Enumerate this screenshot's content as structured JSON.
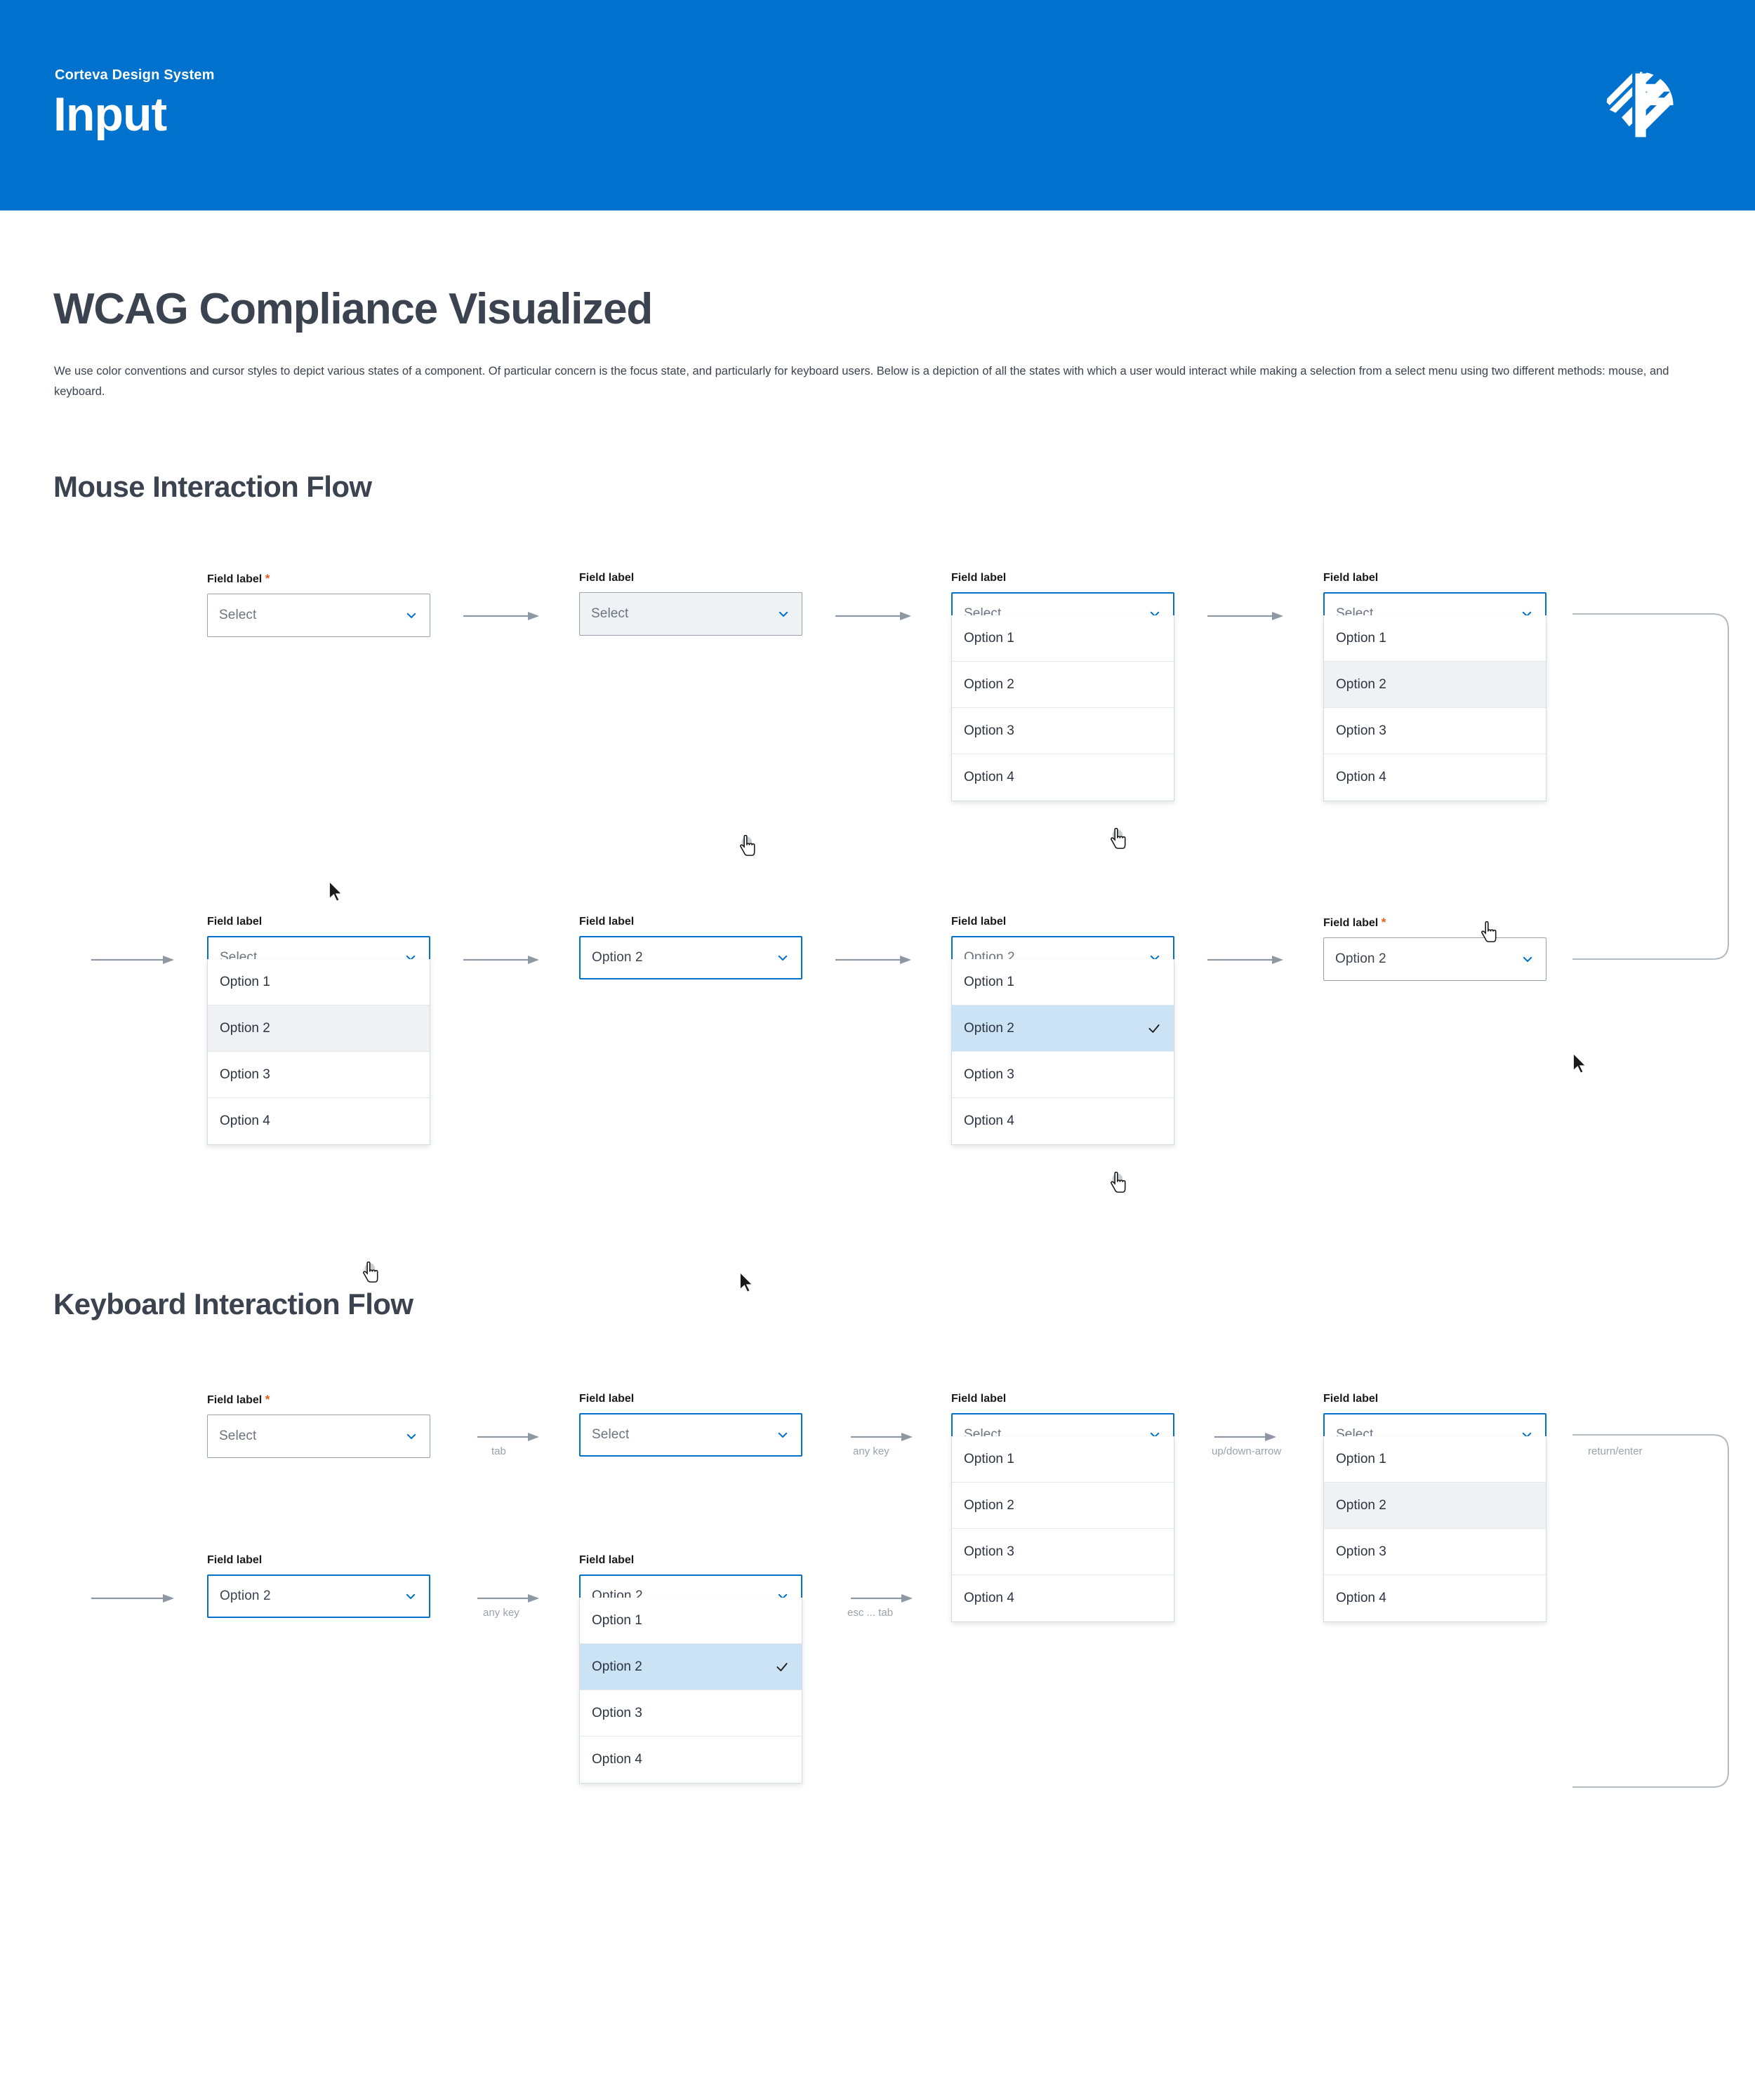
{
  "header": {
    "eyebrow": "Corteva Design System",
    "title": "Input",
    "logo_name": "corteva-logo",
    "bg_color": "#0072CE"
  },
  "main": {
    "heading": "WCAG Compliance Visualized",
    "intro": "We use color conventions and cursor styles to depict various states of a component. Of particular concern is the focus state, and particularly for keyboard users. Below is a depiction of all the states with which a user would interact while making a selection from a select menu using two different methods: mouse, and keyboard."
  },
  "sections": {
    "mouse": {
      "heading": "Mouse Interaction Flow"
    },
    "keyboard": {
      "heading": "Keyboard Interaction Flow"
    }
  },
  "common": {
    "field_label": "Field label",
    "required_marker": "*",
    "placeholder": "Select",
    "selected_value": "Option 2",
    "options": [
      "Option 1",
      "Option 2",
      "Option 3",
      "Option 4"
    ]
  },
  "mouse_flow": {
    "row1": [
      {
        "label": "Field label",
        "required": true,
        "value": "Select",
        "state": "default",
        "open": false
      },
      {
        "label": "Field label",
        "required": false,
        "value": "Select",
        "state": "hover",
        "open": false
      },
      {
        "label": "Field label",
        "required": false,
        "value": "Select",
        "state": "open",
        "open": true,
        "hovered_option": null
      },
      {
        "label": "Field label",
        "required": false,
        "value": "Select",
        "state": "open",
        "open": true,
        "hovered_option": "Option 2"
      }
    ],
    "row2": [
      {
        "label": "Field label",
        "required": false,
        "value": "Select",
        "state": "open",
        "open": true,
        "hovered_option": "Option 2"
      },
      {
        "label": "Field label",
        "required": false,
        "value": "Option 2",
        "state": "focus",
        "open": false
      },
      {
        "label": "Field label",
        "required": false,
        "value": "Option 2",
        "state": "open",
        "open": true,
        "selected_option": "Option 2"
      },
      {
        "label": "Field label",
        "required": true,
        "value": "Option 2",
        "state": "default",
        "open": false
      }
    ]
  },
  "keyboard_flow": {
    "row1": [
      {
        "label": "Field label",
        "required": true,
        "value": "Select",
        "state": "default",
        "open": false
      },
      {
        "label": "Field label",
        "required": false,
        "value": "Select",
        "state": "focus",
        "open": false
      },
      {
        "label": "Field label",
        "required": false,
        "value": "Select",
        "state": "open",
        "open": true,
        "hovered_option": null
      },
      {
        "label": "Field label",
        "required": false,
        "value": "Select",
        "state": "open",
        "open": true,
        "hovered_option": "Option 2"
      }
    ],
    "row2": [
      {
        "label": "Field label",
        "required": false,
        "value": "Option 2",
        "state": "focus",
        "open": false
      },
      {
        "label": "Field label",
        "required": false,
        "value": "Option 2",
        "state": "open",
        "open": true,
        "selected_option": "Option 2"
      },
      {
        "label": "Field label",
        "required": true,
        "value": "Option 2",
        "state": "default",
        "open": false
      }
    ],
    "key_captions": {
      "tab": "tab",
      "any_key_1": "any key",
      "up_down": "up/down-arrow",
      "return_enter": "return/enter",
      "any_key_2": "any key",
      "esc_tab": "esc ... tab"
    }
  },
  "colors": {
    "brand_blue": "#0072CE",
    "focus_blue": "#0072CE",
    "selected_row": "#CCE2F5",
    "hover_row": "#EFF1F4",
    "required_orange": "#E8591A",
    "text_dark": "#3B4350",
    "border_grey": "#9AA2AC"
  }
}
